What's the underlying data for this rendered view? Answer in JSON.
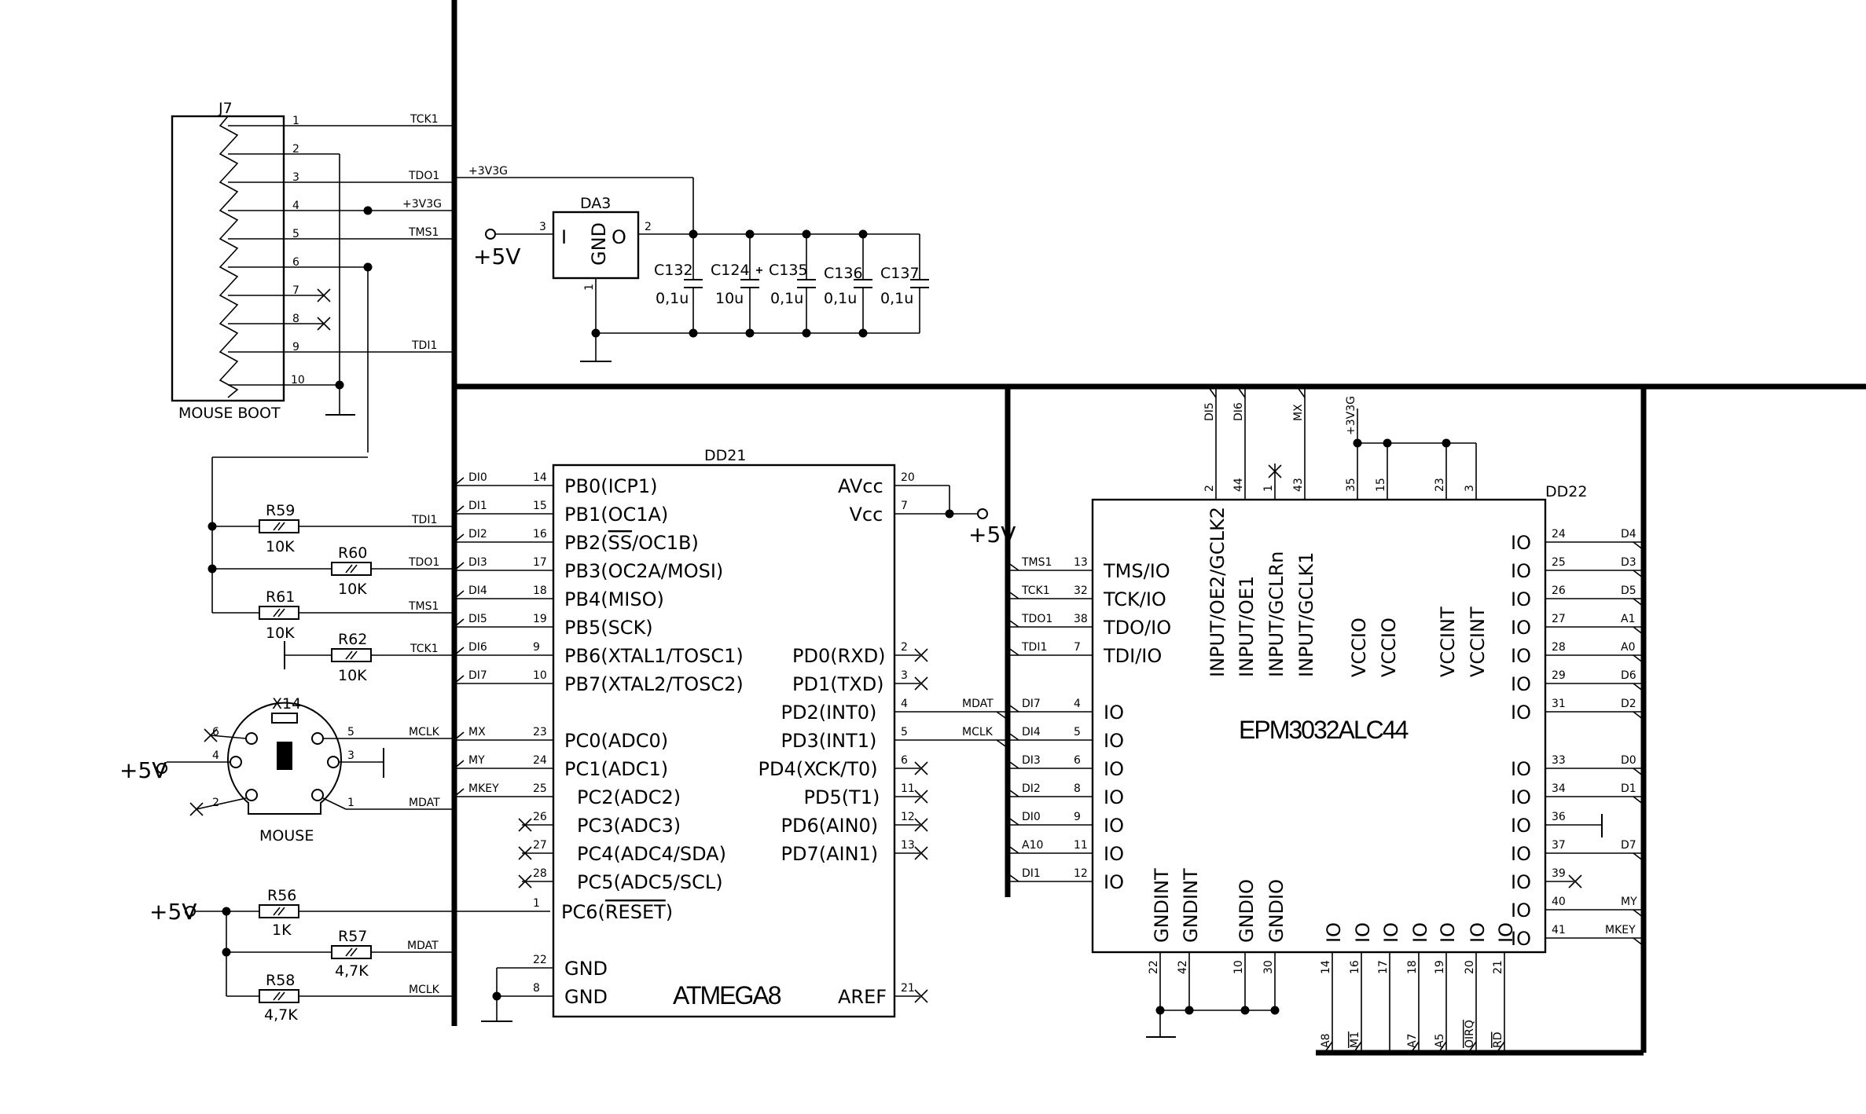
{
  "connector_j7": {
    "ref": "J7",
    "label": "MOUSE BOOT",
    "pins": [
      "1",
      "2",
      "3",
      "4",
      "5",
      "6",
      "7",
      "8",
      "9",
      "10"
    ],
    "nets": [
      "TCK1",
      "",
      "TDO1",
      "+3V3G",
      "TMS1",
      "",
      "",
      "",
      "TDI1",
      ""
    ]
  },
  "regulator": {
    "ref": "DA3",
    "in": "I",
    "gnd": "GND",
    "out": "O",
    "pin_in": "3",
    "pin_out": "2",
    "pin_gnd": "1",
    "input_supply": "+5V",
    "output_net": "+3V3G"
  },
  "capacitors": [
    {
      "ref": "C132",
      "value": "0,1u"
    },
    {
      "ref": "C124",
      "value": "10u"
    },
    {
      "ref": "C135",
      "value": "0,1u"
    },
    {
      "ref": "C136",
      "value": "0,1u"
    },
    {
      "ref": "C137",
      "value": "0,1u"
    }
  ],
  "resistors": [
    {
      "ref": "R59",
      "value": "10K",
      "net": "TDI1"
    },
    {
      "ref": "R60",
      "value": "10K",
      "net": "TDO1"
    },
    {
      "ref": "R61",
      "value": "10K",
      "net": "TMS1"
    },
    {
      "ref": "R62",
      "value": "10K",
      "net": "TCK1"
    },
    {
      "ref": "R56",
      "value": "1K",
      "net": ""
    },
    {
      "ref": "R57",
      "value": "4,7K",
      "net": "MDAT"
    },
    {
      "ref": "R58",
      "value": "4,7K",
      "net": "MCLK"
    }
  ],
  "mouse_connector": {
    "ref": "X14",
    "label": "MOUSE",
    "supply": "+5V",
    "pins": [
      "6",
      "4",
      "2",
      "5",
      "3",
      "1"
    ],
    "nets": [
      "MCLK",
      "MDAT"
    ]
  },
  "supply_labels": [
    "+5V",
    "+5V",
    "+5V"
  ],
  "atmega": {
    "ref": "DD21",
    "name": "ATMEGA8",
    "left_pins": [
      {
        "net": "DI0",
        "num": "14",
        "name": "PB0(ICP1)"
      },
      {
        "net": "DI1",
        "num": "15",
        "name": "PB1(OC1A)"
      },
      {
        "net": "DI2",
        "num": "16",
        "name": "PB2(SS/OC1B)"
      },
      {
        "net": "DI3",
        "num": "17",
        "name": "PB3(OC2A/MOSI)"
      },
      {
        "net": "DI4",
        "num": "18",
        "name": "PB4(MISO)"
      },
      {
        "net": "DI5",
        "num": "19",
        "name": "PB5(SCK)"
      },
      {
        "net": "DI6",
        "num": "9",
        "name": "PB6(XTAL1/TOSC1)"
      },
      {
        "net": "DI7",
        "num": "10",
        "name": "PB7(XTAL2/TOSC2)"
      },
      {
        "net": "MX",
        "num": "23",
        "name": "PC0(ADC0)"
      },
      {
        "net": "MY",
        "num": "24",
        "name": "PC1(ADC1)"
      },
      {
        "net": "MKEY",
        "num": "25",
        "name": "PC2(ADC2)"
      },
      {
        "net": "",
        "num": "26",
        "name": "PC3(ADC3)"
      },
      {
        "net": "",
        "num": "27",
        "name": "PC4(ADC4/SDA)"
      },
      {
        "net": "",
        "num": "28",
        "name": "PC5(ADC5/SCL)"
      },
      {
        "net": "",
        "num": "1",
        "name": "PC6(RESET)"
      },
      {
        "net": "",
        "num": "22",
        "name": "GND"
      },
      {
        "net": "",
        "num": "8",
        "name": "GND"
      }
    ],
    "right_pins": [
      {
        "net": "",
        "num": "20",
        "name": "AVcc"
      },
      {
        "net": "",
        "num": "7",
        "name": "Vcc"
      },
      {
        "net": "",
        "num": "2",
        "name": "PD0(RXD)"
      },
      {
        "net": "",
        "num": "3",
        "name": "PD1(TXD)"
      },
      {
        "net": "MDAT",
        "num": "4",
        "name": "PD2(INT0)"
      },
      {
        "net": "MCLK",
        "num": "5",
        "name": "PD3(INT1)"
      },
      {
        "net": "",
        "num": "6",
        "name": "PD4(XCK/T0)"
      },
      {
        "net": "",
        "num": "11",
        "name": "PD5(T1)"
      },
      {
        "net": "",
        "num": "12",
        "name": "PD6(AIN0)"
      },
      {
        "net": "",
        "num": "13",
        "name": "PD7(AIN1)"
      },
      {
        "net": "",
        "num": "21",
        "name": "AREF"
      }
    ],
    "vcc_supply": "+5V"
  },
  "cpld": {
    "ref": "DD22",
    "name": "EPM3032ALC44",
    "left_pins": [
      {
        "net": "TMS1",
        "num": "13",
        "name": "TMS/IO"
      },
      {
        "net": "TCK1",
        "num": "32",
        "name": "TCK/IO"
      },
      {
        "net": "TDO1",
        "num": "38",
        "name": "TDO/IO"
      },
      {
        "net": "TDI1",
        "num": "7",
        "name": "TDI/IO"
      },
      {
        "net": "DI7",
        "num": "4",
        "name": "IO"
      },
      {
        "net": "DI4",
        "num": "5",
        "name": "IO"
      },
      {
        "net": "DI3",
        "num": "6",
        "name": "IO"
      },
      {
        "net": "DI2",
        "num": "8",
        "name": "IO"
      },
      {
        "net": "DI0",
        "num": "9",
        "name": "IO"
      },
      {
        "net": "A10",
        "num": "11",
        "name": "IO"
      },
      {
        "net": "DI1",
        "num": "12",
        "name": "IO"
      }
    ],
    "top_pins": [
      {
        "net": "DI5",
        "num": "2",
        "name": "INPUT/OE2/GCLK2"
      },
      {
        "net": "DI6",
        "num": "44",
        "name": "INPUT/OE1"
      },
      {
        "net": "",
        "num": "1",
        "name": "INPUT/GCLRn"
      },
      {
        "net": "MX",
        "num": "43",
        "name": "INPUT/GCLK1"
      },
      {
        "net": "+3V3G",
        "num": "35",
        "name": "VCCIO"
      },
      {
        "net": "",
        "num": "15",
        "name": "VCCIO"
      },
      {
        "net": "",
        "num": "23",
        "name": "VCCINT"
      },
      {
        "net": "",
        "num": "3",
        "name": "VCCINT"
      }
    ],
    "right_pins": [
      {
        "net": "D4",
        "num": "24",
        "name": "IO"
      },
      {
        "net": "D3",
        "num": "25",
        "name": "IO"
      },
      {
        "net": "D5",
        "num": "26",
        "name": "IO"
      },
      {
        "net": "A1",
        "num": "27",
        "name": "IO"
      },
      {
        "net": "A0",
        "num": "28",
        "name": "IO"
      },
      {
        "net": "D6",
        "num": "29",
        "name": "IO"
      },
      {
        "net": "D2",
        "num": "31",
        "name": "IO"
      },
      {
        "net": "D0",
        "num": "33",
        "name": "IO"
      },
      {
        "net": "D1",
        "num": "34",
        "name": "IO"
      },
      {
        "net": "",
        "num": "36",
        "name": "IO"
      },
      {
        "net": "D7",
        "num": "37",
        "name": "IO"
      },
      {
        "net": "",
        "num": "39",
        "name": "IO"
      },
      {
        "net": "MY",
        "num": "40",
        "name": "IO"
      },
      {
        "net": "MKEY",
        "num": "41",
        "name": "IO"
      }
    ],
    "bottom_pins": [
      {
        "net": "",
        "num": "22",
        "name": "GNDINT"
      },
      {
        "net": "",
        "num": "42",
        "name": "GNDINT"
      },
      {
        "net": "",
        "num": "10",
        "name": "GNDIO"
      },
      {
        "net": "",
        "num": "30",
        "name": "GNDIO"
      },
      {
        "net": "A8",
        "num": "14",
        "name": "IO"
      },
      {
        "net": "M1",
        "num": "16",
        "name": "IO"
      },
      {
        "net": "",
        "num": "17",
        "name": "IO"
      },
      {
        "net": "A7",
        "num": "18",
        "name": "IO"
      },
      {
        "net": "A5",
        "num": "19",
        "name": "IO"
      },
      {
        "net": "OIRQ",
        "num": "20",
        "name": "IO"
      },
      {
        "net": "RD",
        "num": "21",
        "name": "IO"
      }
    ]
  }
}
